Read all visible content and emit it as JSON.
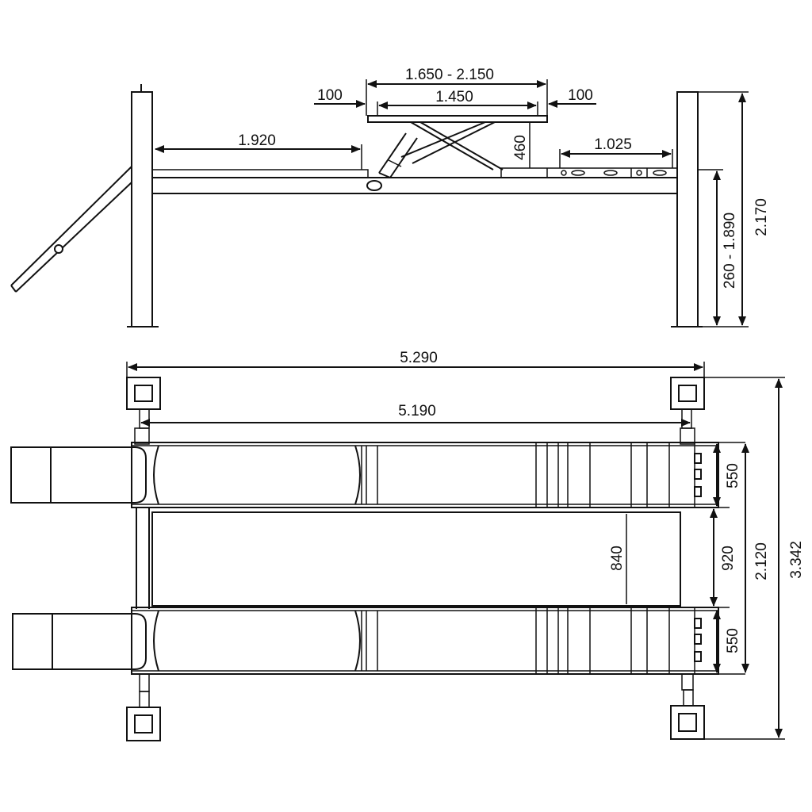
{
  "side_view": {
    "dims": {
      "platform_length_range": "1.650 - 2.150",
      "platform_length": "1.450",
      "overhang_left": "100",
      "overhang_right": "100",
      "runway_front": "1.920",
      "scissor_height": "460",
      "rear_section": "1.025",
      "lift_height_range": "260 - 1.890",
      "column_height": "2.170"
    }
  },
  "top_view": {
    "dims": {
      "overall_length": "5.290",
      "inner_length": "5.190",
      "runway_width_top": "550",
      "gap_width": "920",
      "runway_width_bottom": "550",
      "center_plate": "840",
      "inner_width": "2.120",
      "overall_width": "3.342"
    }
  }
}
